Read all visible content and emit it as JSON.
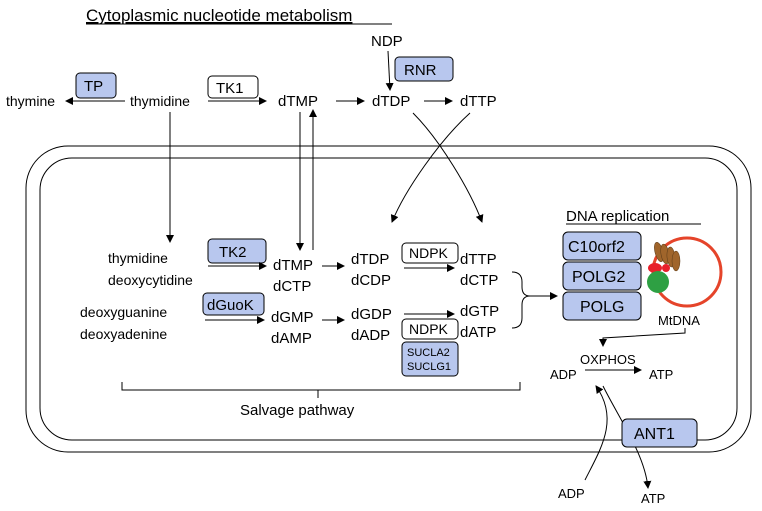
{
  "title": "Cytoplasmic nucleotide metabolism",
  "section_labels": {
    "dna_replication": "DNA replication",
    "salvage_pathway": "Salvage pathway"
  },
  "enzymes": {
    "tp": "TP",
    "tk1": "TK1",
    "rnr": "RNR",
    "tk2": "TK2",
    "dguok": "dGuoK",
    "ndpk_top": "NDPK",
    "ndpk_bottom": "NDPK",
    "sucla2": "SUCLA2",
    "suclg1": "SUCLG1",
    "c10orf2": "C10orf2",
    "polg2": "POLG2",
    "polg": "POLG",
    "ant1": "ANT1"
  },
  "metabolites": {
    "ndp": "NDP",
    "thymine": "thymine",
    "thymidine_cyt": "thymidine",
    "dtmp_cyt": "dTMP",
    "dtdp_cyt": "dTDP",
    "dttp_cyt": "dTTP",
    "thymidine": "thymidine",
    "deoxycytidine": "deoxycytidine",
    "deoxyguanine": "deoxyguanine",
    "deoxyadenine": "deoxyadenine",
    "dtmp": "dTMP",
    "dctp_mid": "dCTP",
    "dgmp": "dGMP",
    "damp": "dAMP",
    "dtdp": "dTDP",
    "dcdp": "dCDP",
    "dgdp": "dGDP",
    "dadp": "dADP",
    "dttp": "dTTP",
    "dctp": "dCTP",
    "dgtp": "dGTP",
    "datp": "dATP",
    "mtdna": "MtDNA",
    "oxphos": "OXPHOS",
    "adp_in": "ADP",
    "atp_in": "ATP",
    "adp_out": "ADP",
    "atp_out": "ATP"
  },
  "colors": {
    "enzyme_fill": "#b8c7ee",
    "mtdna_ring": "#e5442a",
    "polymerase_brown": "#a0652b",
    "polymerase_red": "#e8202a",
    "polymerase_green": "#2ea043"
  }
}
